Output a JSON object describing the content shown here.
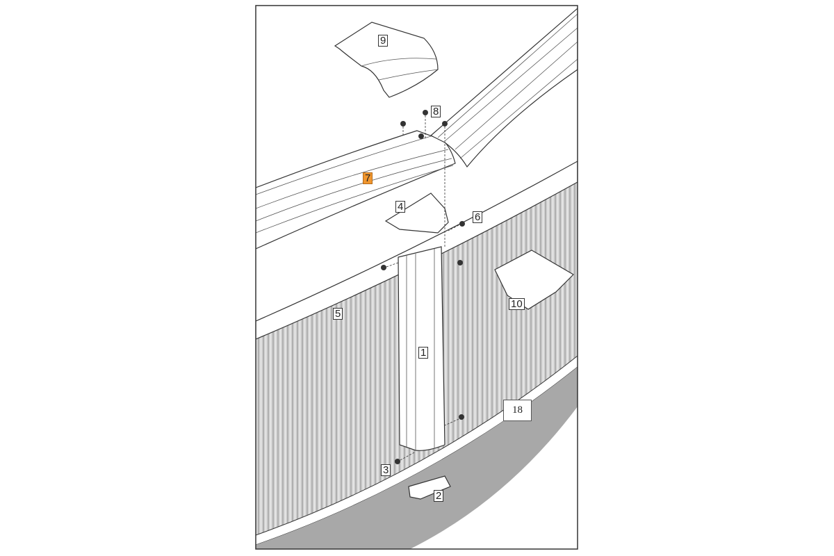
{
  "diagram": {
    "parts": [
      {
        "id": "post",
        "label": "1"
      },
      {
        "id": "bottom-plate",
        "label": "2"
      },
      {
        "id": "screw-bottom",
        "label": "3"
      },
      {
        "id": "top-plate",
        "label": "4"
      },
      {
        "id": "wall-rail",
        "label": "5"
      },
      {
        "id": "screw-side",
        "label": "6"
      },
      {
        "id": "top-rail",
        "label": "7",
        "highlighted": true
      },
      {
        "id": "screw-top",
        "label": "8"
      },
      {
        "id": "top-cap",
        "label": "9"
      },
      {
        "id": "skimmer-cover",
        "label": "10"
      },
      {
        "id": "bottom-track",
        "label": "18"
      }
    ],
    "highlight_color": "#f0962e",
    "ground_color": "#a8a8a8",
    "wall_color": "#c9c9c9"
  }
}
